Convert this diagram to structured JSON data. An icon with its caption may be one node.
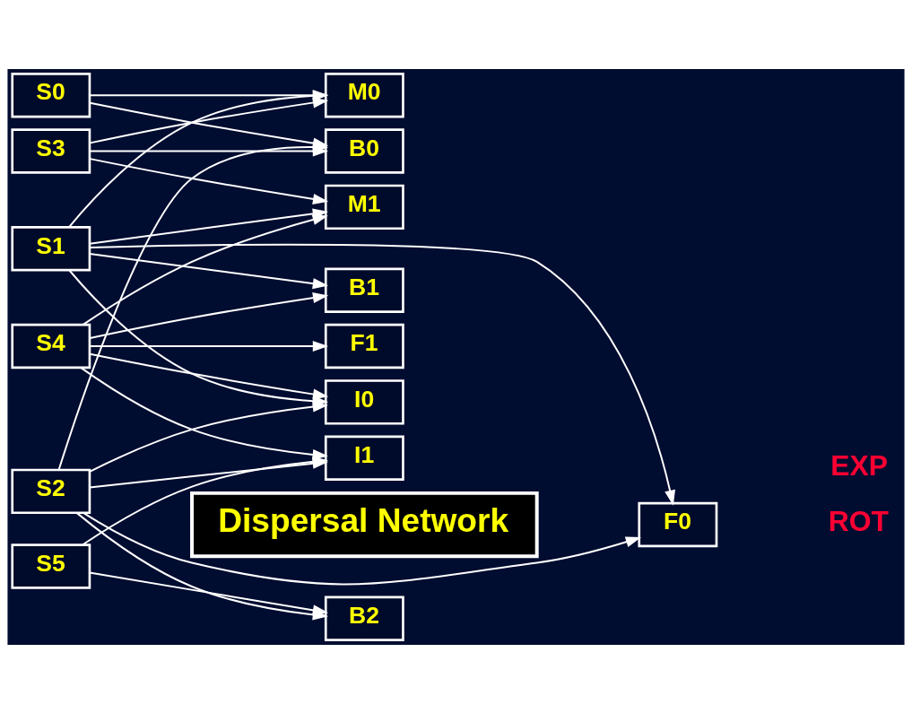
{
  "diagram": {
    "nodes": [
      {
        "text": [
          "S0"
        ]
      },
      {
        "text": [
          "S1"
        ]
      },
      {
        "text": [
          "S2"
        ]
      },
      {
        "text": [
          "Dispersal Network"
        ]
      },
      {
        "text": [
          "S3"
        ]
      },
      {
        "text": [
          "S4"
        ]
      },
      {
        "text": [
          "S5"
        ]
      },
      {
        "text": [
          "M0"
        ]
      },
      {
        "text": [
          "M1"
        ]
      },
      {
        "text": [
          "I0"
        ]
      },
      {
        "text": [
          "I1"
        ]
      },
      {
        "text": [
          "F0"
        ]
      },
      {
        "text": [
          "F1"
        ]
      },
      {
        "text": [
          "B0"
        ]
      },
      {
        "text": [
          "B1"
        ]
      },
      {
        "text": [
          "B2"
        ]
      }
    ],
    "edges": [
      {
        "from": 0,
        "to": 7,
        "arrow": "to"
      },
      {
        "from": 0,
        "to": 13,
        "arrow": "to"
      },
      {
        "from": 1,
        "to": 7,
        "arrow": "to"
      },
      {
        "from": 1,
        "to": 8,
        "arrow": "to"
      },
      {
        "from": 1,
        "to": 9,
        "arrow": "to"
      },
      {
        "from": 1,
        "to": 11,
        "arrow": "to"
      },
      {
        "from": 1,
        "to": 14,
        "arrow": "to"
      },
      {
        "from": 2,
        "to": 9,
        "arrow": "to"
      },
      {
        "from": 2,
        "to": 10,
        "arrow": "to"
      },
      {
        "from": 2,
        "to": 11,
        "arrow": "to"
      },
      {
        "from": 2,
        "to": 13,
        "arrow": "to"
      },
      {
        "from": 2,
        "to": 15,
        "arrow": "to"
      },
      {
        "from": 4,
        "to": 7,
        "arrow": "to"
      },
      {
        "from": 4,
        "to": 8,
        "arrow": "to"
      },
      {
        "from": 4,
        "to": 13,
        "arrow": "to"
      },
      {
        "from": 5,
        "to": 8,
        "arrow": "to"
      },
      {
        "from": 5,
        "to": 9,
        "arrow": "to"
      },
      {
        "from": 5,
        "to": 10,
        "arrow": "to"
      },
      {
        "from": 5,
        "to": 12,
        "arrow": "to"
      },
      {
        "from": 5,
        "to": 14,
        "arrow": "to"
      },
      {
        "from": 6,
        "to": 10,
        "arrow": "to"
      },
      {
        "from": 6,
        "to": 15,
        "arrow": "to"
      }
    ],
    "labels": [
      "ROT",
      "EXP"
    ]
  }
}
